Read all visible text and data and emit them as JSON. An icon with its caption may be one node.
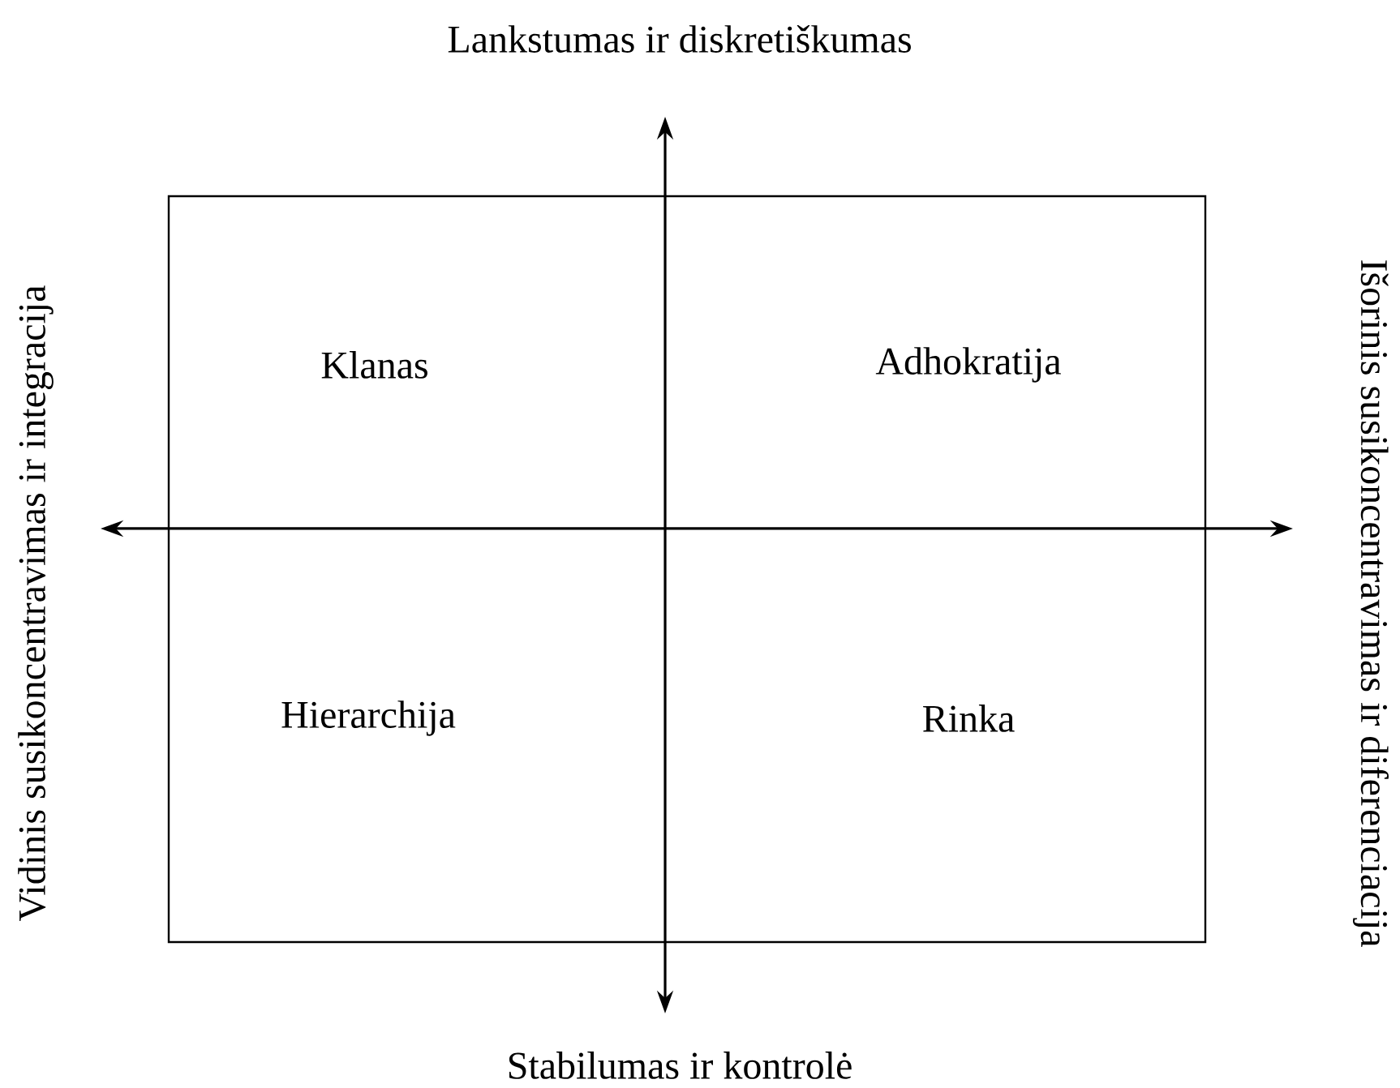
{
  "diagram": {
    "labels": [
      "Lankstumas ir diskretiškumas",
      "Vidinis susikoncentravimas ir integracija",
      "Išorinis susikoncentravimas ir diferenciacija",
      "Klanas",
      "Adhokratija",
      "Hierarchija",
      "Rinka",
      "Stabilumas ir kontrolė"
    ]
  }
}
